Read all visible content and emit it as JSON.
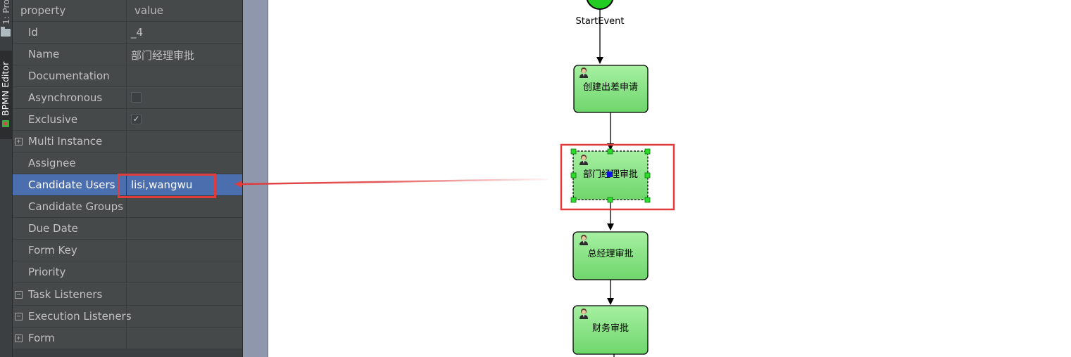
{
  "toolstrip": {
    "tabs": [
      {
        "label": "1: Pro"
      },
      {
        "label": "BPMN Editor"
      }
    ]
  },
  "properties": {
    "header": {
      "property": "property",
      "value": "value"
    },
    "rows": [
      {
        "name": "Id",
        "value": "_4",
        "kind": "text"
      },
      {
        "name": "Name",
        "value": "部门经理审批",
        "kind": "text"
      },
      {
        "name": "Documentation",
        "value": "",
        "kind": "text"
      },
      {
        "name": "Asynchronous",
        "value": "",
        "kind": "checkbox",
        "checked": false
      },
      {
        "name": "Exclusive",
        "value": "✓",
        "kind": "checkbox",
        "checked": true
      },
      {
        "name": "Multi Instance",
        "value": "",
        "kind": "group",
        "expander": "+"
      },
      {
        "name": "Assignee",
        "value": "",
        "kind": "text"
      },
      {
        "name": "Candidate Users",
        "value": "lisi,wangwu",
        "kind": "text",
        "selected": true
      },
      {
        "name": "Candidate Groups",
        "value": "",
        "kind": "text"
      },
      {
        "name": "Due Date",
        "value": "",
        "kind": "text"
      },
      {
        "name": "Form Key",
        "value": "",
        "kind": "text"
      },
      {
        "name": "Priority",
        "value": "",
        "kind": "text"
      },
      {
        "name": "Task Listeners",
        "value": "",
        "kind": "group",
        "expander": "−"
      },
      {
        "name": "Execution Listeners",
        "value": "",
        "kind": "group",
        "expander": "−"
      },
      {
        "name": "Form",
        "value": "",
        "kind": "group",
        "expander": "+"
      }
    ]
  },
  "diagram": {
    "start_event": {
      "label": "StartEvent"
    },
    "tasks": [
      {
        "label": "创建出差申请"
      },
      {
        "label": "部门经理审批",
        "selected": true
      },
      {
        "label": "总经理审批"
      },
      {
        "label": "财务审批"
      }
    ]
  },
  "colors": {
    "panel_bg": "#45494a",
    "selection": "#4b6eaf",
    "task_fill": "#8ee58a",
    "highlight_red": "#e03c3c",
    "start_event": "#22cc22"
  }
}
